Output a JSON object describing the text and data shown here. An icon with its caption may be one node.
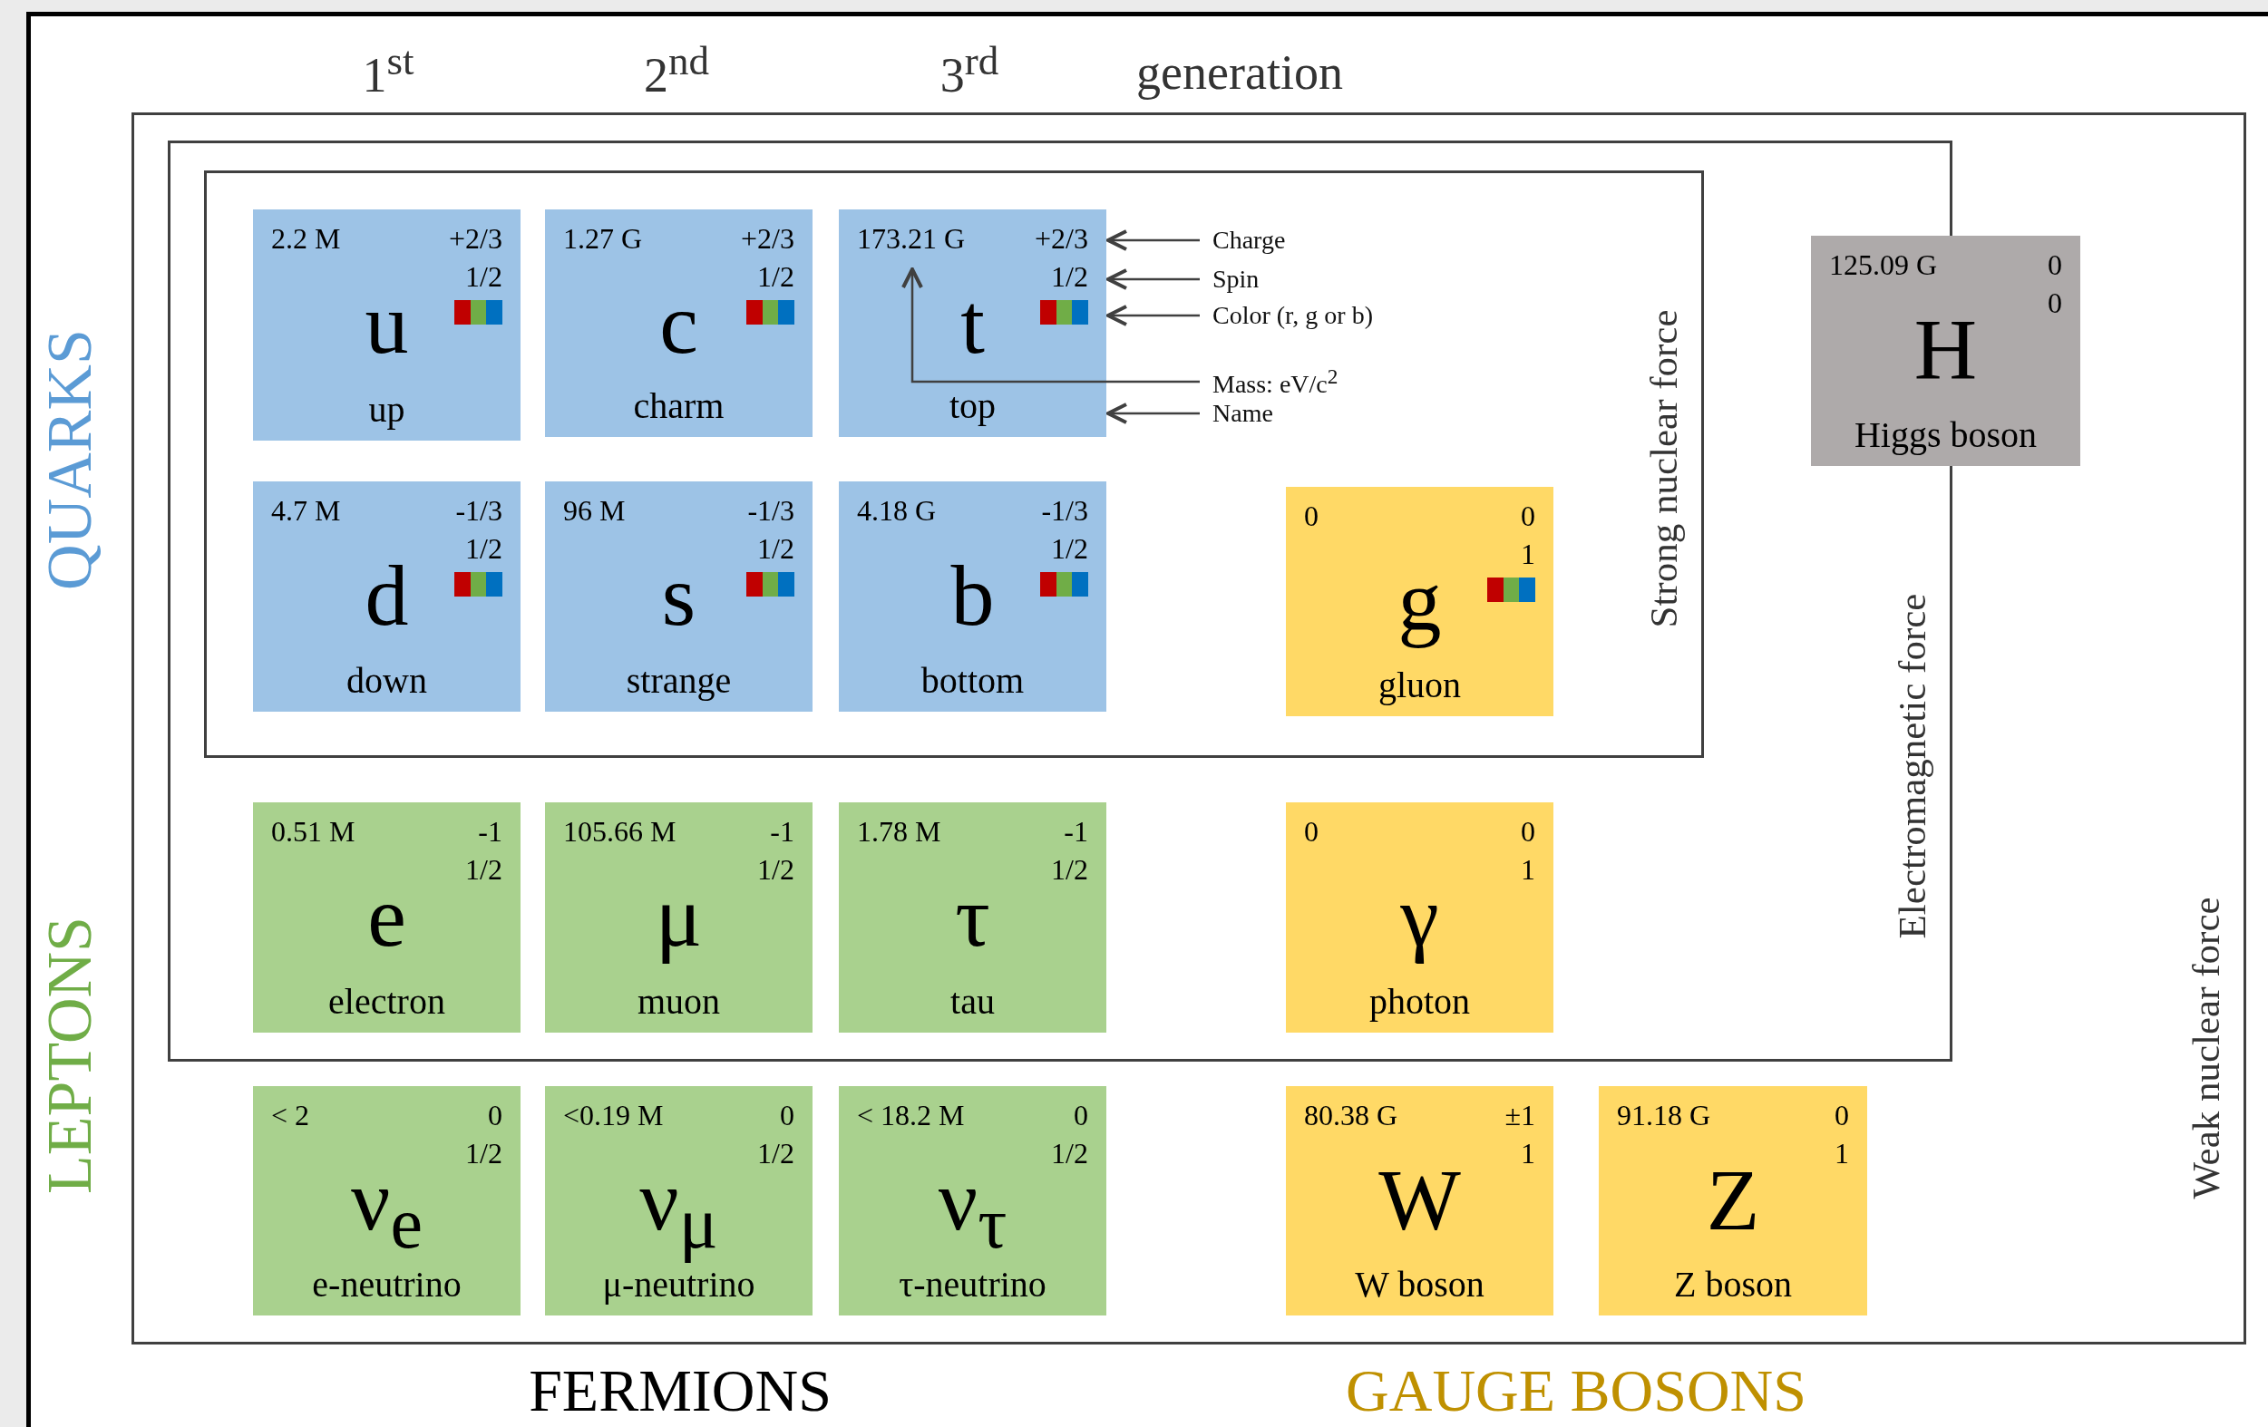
{
  "diagram": {
    "nodes": [
      {
        "text": [
          "Weak nuclear force"
        ]
      },
      {
        "text": [
          "Electromagnetic force"
        ],
        "in": 0
      },
      {
        "text": [
          "Strong nuclear force"
        ],
        "in": 1
      },
      {
        "text": [
          "2.2 M",
          "+2/3",
          "1/2",
          "u",
          "up"
        ],
        "in": 2
      },
      {
        "text": [
          "1.27 G",
          "+2/3",
          "1/2",
          "c",
          "charm"
        ],
        "in": 2
      },
      {
        "text": [
          "173.21 G",
          "+2/3",
          "1/2",
          "t",
          "top"
        ],
        "in": 2
      },
      {
        "text": [
          "Charge"
        ],
        "in": 2
      },
      {
        "text": [
          "Spin"
        ],
        "in": 2
      },
      {
        "text": [
          "Color (r, g or b)"
        ],
        "in": 2
      },
      {
        "text": [
          "Mass: eV/c$^{2}$"
        ],
        "in": 2
      },
      {
        "text": [
          "Name"
        ],
        "in": 2
      },
      {
        "text": [
          "4.7 M",
          "-1/3",
          "1/2",
          "d",
          "down"
        ],
        "in": 2
      },
      {
        "text": [
          "96 M",
          "-1/3",
          "1/2",
          "s",
          "strange"
        ],
        "in": 2
      },
      {
        "text": [
          "4.18 G",
          "-1/3",
          "1/2",
          "b",
          "bottom"
        ],
        "in": 2
      },
      {
        "text": [
          "0",
          "0",
          "1",
          "g",
          "gluon"
        ],
        "in": 2
      },
      {
        "text": [
          "125.09 G",
          "0",
          "0",
          "H",
          "Higgs boson"
        ],
        "in": 0
      },
      {
        "text": [
          "0.51 M",
          "-1",
          "1/2",
          "e",
          "electron"
        ],
        "in": 1
      },
      {
        "text": [
          "105.66 M",
          "-1",
          "1/2",
          "μ",
          "muon"
        ],
        "in": 1
      },
      {
        "text": [
          "1.78 M",
          "-1",
          "1/2",
          "τ",
          "tau"
        ],
        "in": 1
      },
      {
        "text": [
          "0",
          "0",
          "1",
          "γ",
          "photon"
        ],
        "in": 1
      },
      {
        "text": [
          "< 2",
          "0",
          "1/2",
          "ν$_{e}$",
          "e-neutrino"
        ],
        "in": 0
      },
      {
        "text": [
          "<0.19 M",
          "0",
          "1/2",
          "ν$_{μ}$",
          "μ-neutrino"
        ],
        "in": 0
      },
      {
        "text": [
          "< 18.2 M",
          "0",
          "1/2",
          "ν$_{τ}$",
          "τ-neutrino"
        ],
        "in": 0
      },
      {
        "text": [
          "80.38 G",
          "±1",
          "1",
          "W",
          "W boson"
        ],
        "in": 0
      },
      {
        "text": [
          "91.18 G",
          "0",
          "1",
          "Z",
          "Z boson"
        ],
        "in": 0
      }
    ],
    "edges": [
      {
        "from": 6,
        "to": 5,
        "arrow": "to"
      },
      {
        "from": 7,
        "to": 5,
        "arrow": "to"
      },
      {
        "from": 8,
        "to": 5,
        "arrow": "to"
      },
      {
        "from": 9,
        "to": 5,
        "arrow": "to"
      },
      {
        "from": 10,
        "to": 5,
        "arrow": "to"
      }
    ],
    "labels": [
      "1$^{st}$",
      "2$^{nd}$",
      "3$^{rd}$",
      "generation",
      "QUARKS",
      "LEPTONS",
      "FERMIONS",
      "GAUGE BOSONS"
    ]
  }
}
